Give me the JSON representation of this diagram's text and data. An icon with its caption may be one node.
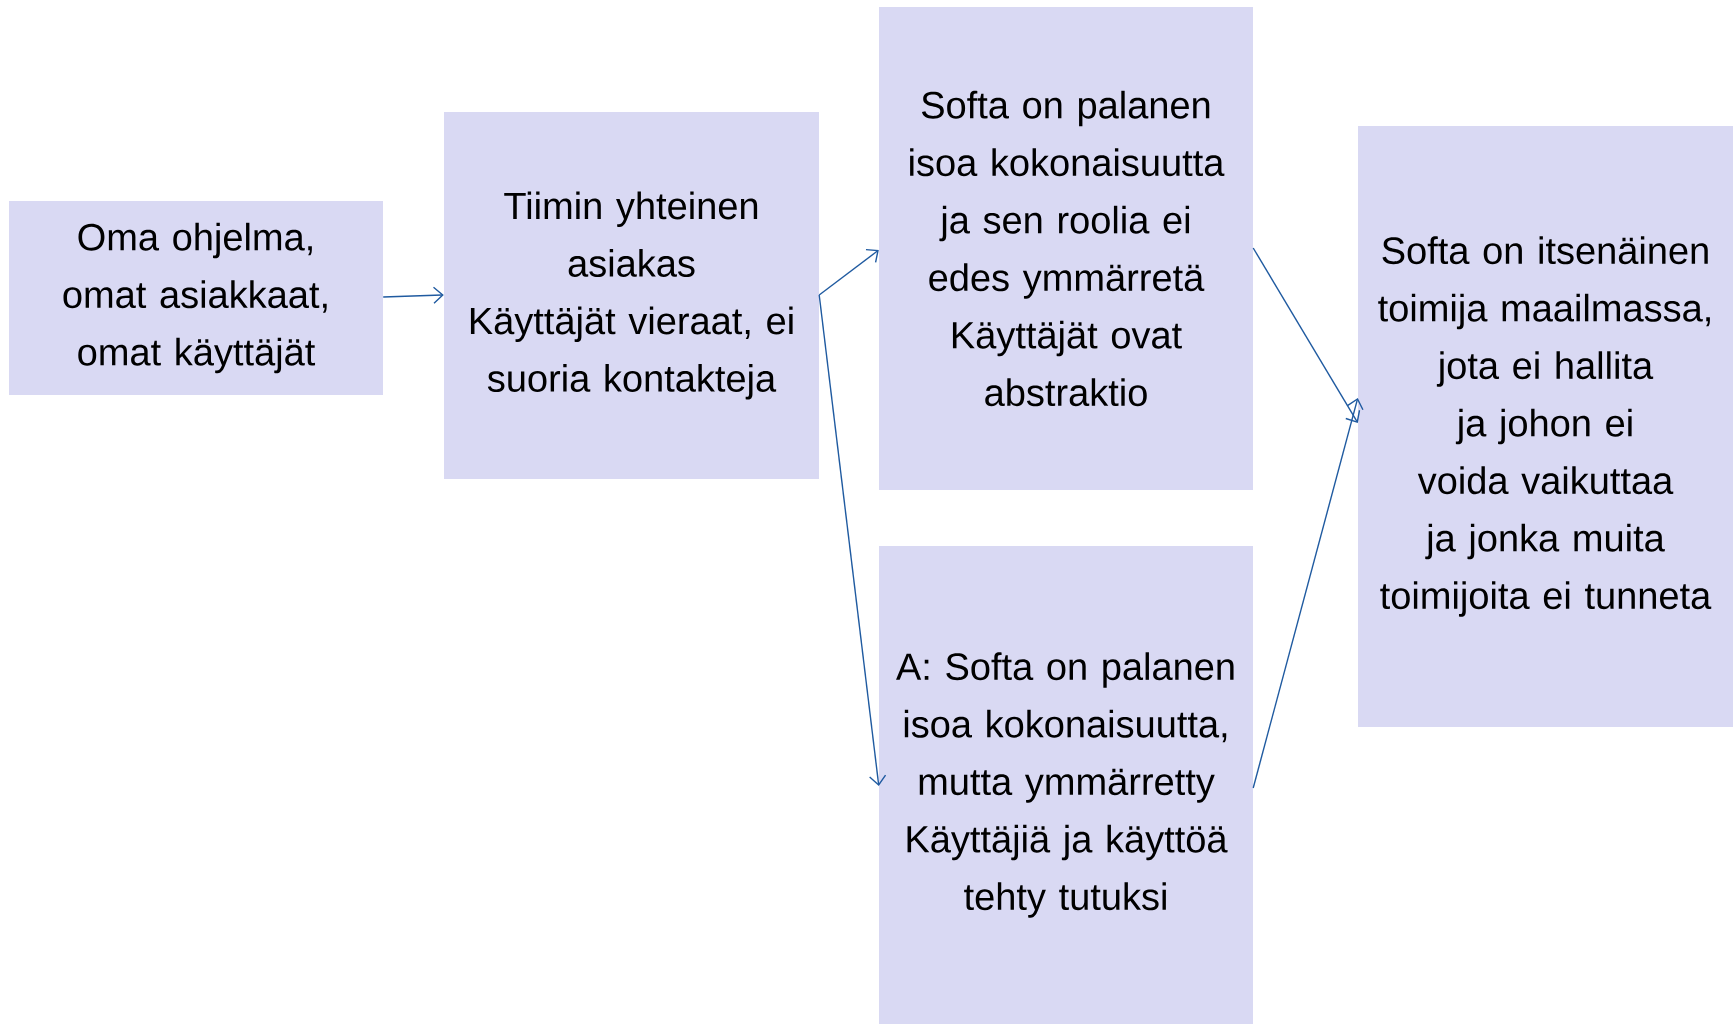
{
  "diagram": {
    "nodes": [
      {
        "text": [
          "Oma ohjelma, omat asiakkaat, omat käyttäjät"
        ]
      },
      {
        "text": [
          "Tiimin yhteinen asiakas",
          "Käyttäjät vieraat, ei suoria kontakteja"
        ]
      },
      {
        "text": [
          "Softa on palanen isoa kokonaisuutta ja sen roolia ei edes ymmärretä",
          "Käyttäjät ovat abstraktio"
        ]
      },
      {
        "text": [
          "A: Softa on palanen isoa kokonaisuutta, mutta ymmärretty",
          "Käyttäjiä ja käyttöä tehty tutuksi"
        ]
      },
      {
        "text": [
          "Softa on itsenäinen toimija maailmassa, jota ei hallita ja johon ei voida vaikuttaa ja jonka muita toimijoita ei tunneta"
        ]
      }
    ],
    "edges": [
      {
        "from": 0,
        "to": 1,
        "arrow": "to"
      },
      {
        "from": 1,
        "to": 2,
        "arrow": "to"
      },
      {
        "from": 1,
        "to": 3,
        "arrow": "to"
      },
      {
        "from": 2,
        "to": 4,
        "arrow": "to"
      },
      {
        "from": 3,
        "to": 4,
        "arrow": "to"
      }
    ]
  }
}
